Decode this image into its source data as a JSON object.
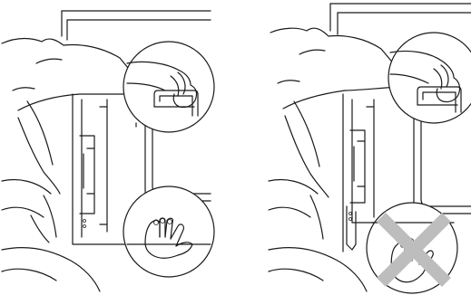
{
  "figure": {
    "panels": [
      {
        "id": "correct",
        "description_hidden": true,
        "outcome": "allowed",
        "status_mark": "none"
      },
      {
        "id": "incorrect",
        "description_hidden": true,
        "outcome": "prohibited",
        "status_mark": "x-mark"
      }
    ],
    "colors": {
      "line": "#1a1a1a",
      "x_mark": "#bdbdbd",
      "background": "#ffffff"
    },
    "icons": [
      "hand-on-door-handle-icon",
      "hand-on-panel-bottom-icon",
      "prohibited-x-icon"
    ]
  }
}
